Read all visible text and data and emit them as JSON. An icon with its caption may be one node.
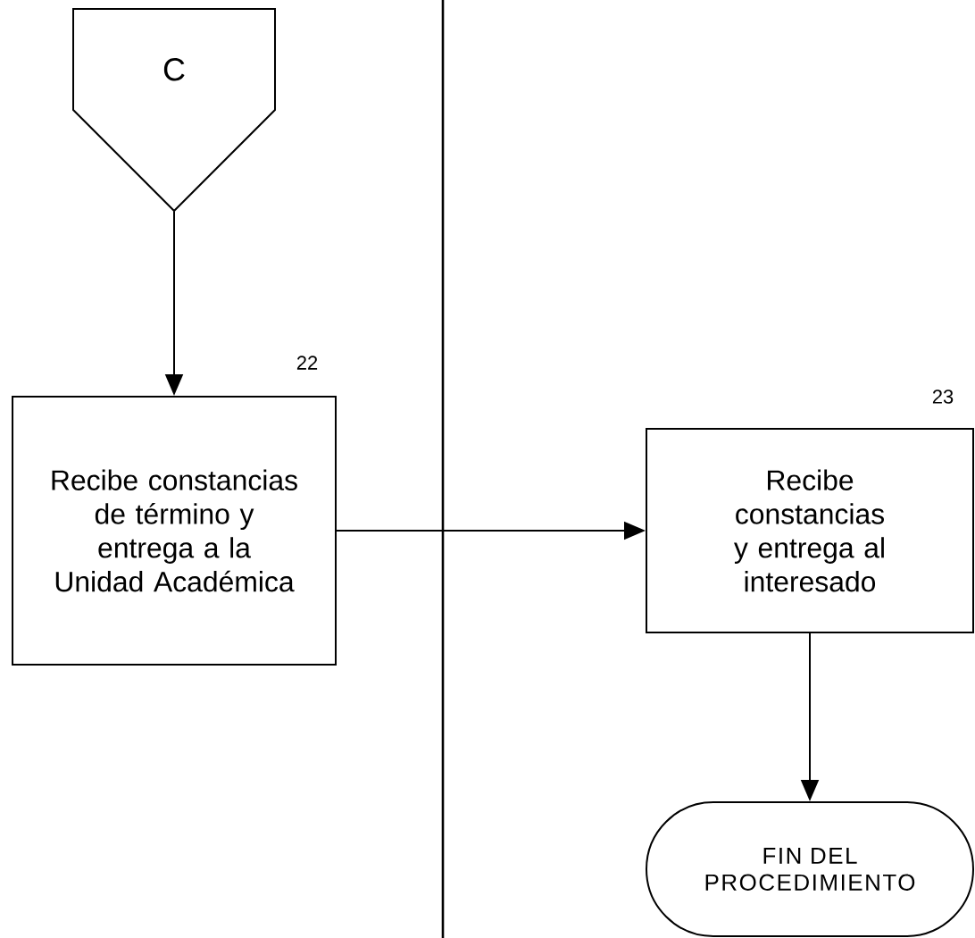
{
  "diagram": {
    "nodes": [
      {
        "text": [
          "C"
        ]
      },
      {
        "text": [
          "Recibe constancias de término y entrega a la Unidad Académica"
        ],
        "beside": [
          "22"
        ]
      },
      {
        "text": [
          "Recibe constancias y entrega al interesado"
        ],
        "beside": [
          "23"
        ]
      },
      {
        "text": [
          "FIN DEL PROCEDIMIENTO"
        ]
      }
    ],
    "edges": [
      {
        "from": 0,
        "to": 1,
        "arrow": "to"
      },
      {
        "from": 1,
        "to": 2,
        "arrow": "to"
      },
      {
        "from": 2,
        "to": 3,
        "arrow": "to"
      }
    ]
  }
}
